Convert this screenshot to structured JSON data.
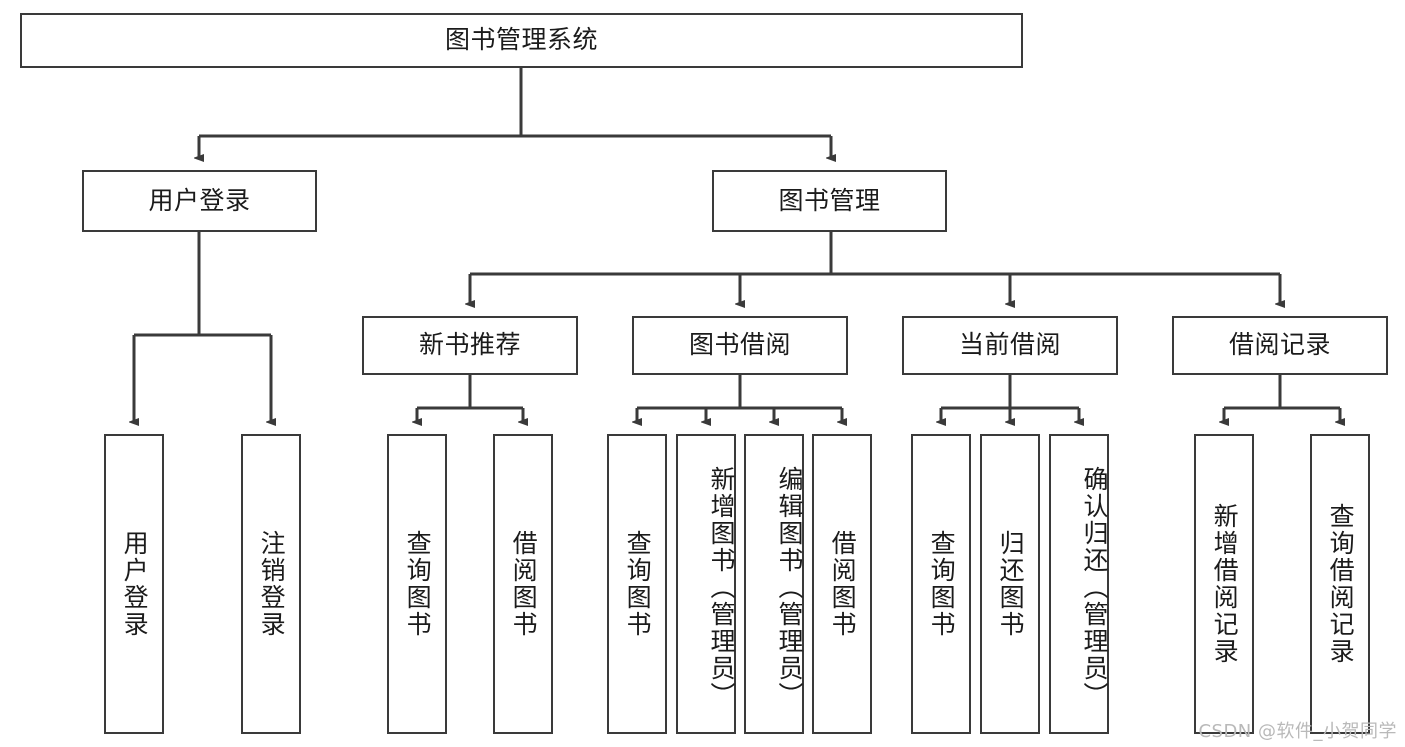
{
  "diagram": {
    "title": "图书管理系统",
    "type": "tree",
    "background_color": "#ffffff",
    "box_border_color": "#3a3a3a",
    "box_fill_color": "#ffffff",
    "connector_color": "#3a3a3a",
    "text_color": "#1b1b1b"
  },
  "watermark": {
    "text": "CSDN @软件_小贺同学",
    "color": "#b9b9b9"
  },
  "root": {
    "label": "图书管理系统"
  },
  "level1": [
    {
      "label": "用户登录"
    },
    {
      "label": "图书管理"
    }
  ],
  "level2": [
    {
      "label": "新书推荐"
    },
    {
      "label": "图书借阅"
    },
    {
      "label": "当前借阅"
    },
    {
      "label": "借阅记录"
    }
  ],
  "leaves": {
    "user_login": [
      {
        "label": "用户登录"
      },
      {
        "label": "注销登录"
      }
    ],
    "new_book_recommend": [
      {
        "label": "查询图书"
      },
      {
        "label": "借阅图书"
      }
    ],
    "book_borrow": [
      {
        "label": "查询图书"
      },
      {
        "label": "新增图书（管理员）"
      },
      {
        "label": "编辑图书（管理员）"
      },
      {
        "label": "借阅图书"
      }
    ],
    "current_borrow": [
      {
        "label": "查询图书"
      },
      {
        "label": "归还图书"
      },
      {
        "label": "确认归还（管理员）"
      }
    ],
    "borrow_record": [
      {
        "label": "新增借阅记录"
      },
      {
        "label": "查询借阅记录"
      }
    ]
  }
}
